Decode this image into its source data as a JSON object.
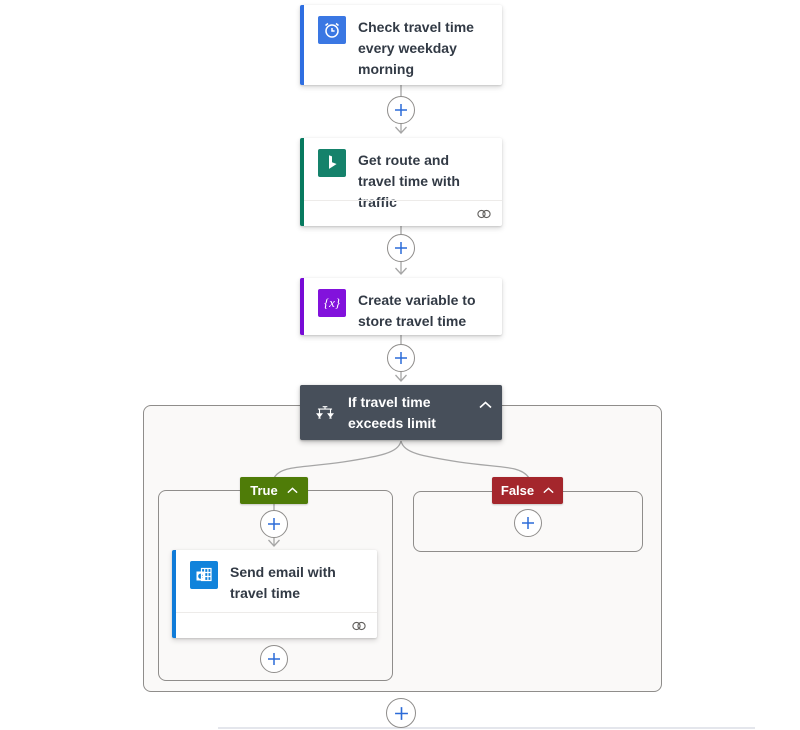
{
  "flow": {
    "trigger": {
      "title": "Check travel time every weekday morning",
      "icon": "recurrence-clock-icon",
      "accent": "#2e6ee1",
      "icon_bg": "#3a77e3"
    },
    "get_route": {
      "title": "Get route and travel time with traffic",
      "icon": "bing-maps-icon",
      "accent": "#077a5f",
      "icon_bg": "#15826b"
    },
    "create_variable": {
      "title": "Create variable to store travel time",
      "icon": "variable-icon",
      "icon_glyph": "{x}",
      "accent": "#770bd6",
      "icon_bg": "#8212dc"
    },
    "condition": {
      "title": "If travel time exceeds limit",
      "icon": "condition-icon",
      "bg": "#474f5a"
    },
    "send_email": {
      "title": "Send email with travel time",
      "icon": "outlook-icon",
      "accent": "#0f7bd8",
      "icon_bg": "#1183db"
    },
    "true_branch": {
      "label": "True",
      "color": "#4f7c08"
    },
    "false_branch": {
      "label": "False",
      "color": "#a4262c"
    }
  },
  "icons": {
    "insert_step": "plus-icon",
    "collapse": "chevron-up-icon",
    "connection_reference": "connection-icon",
    "flow_arrow": "arrow-down-icon"
  },
  "colors": {
    "wire": "#a6a6a6",
    "plus_sign": "#2b6bd8",
    "scope_border": "#8f8d8b",
    "scope_bg": "#faf9f8"
  }
}
